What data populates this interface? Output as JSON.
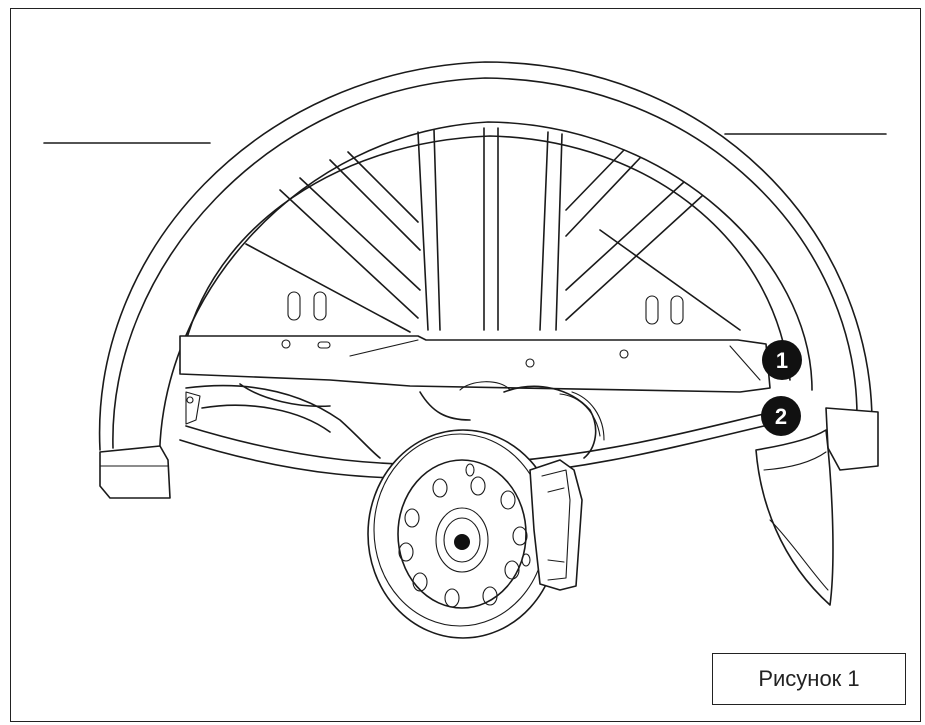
{
  "figure": {
    "caption": "Рисунок 1"
  },
  "callouts": [
    {
      "id": "1",
      "label": "1"
    },
    {
      "id": "2",
      "label": "2"
    }
  ],
  "colors": {
    "line": "#1a1a1a",
    "callout_fill": "#111111",
    "background": "#ffffff"
  }
}
